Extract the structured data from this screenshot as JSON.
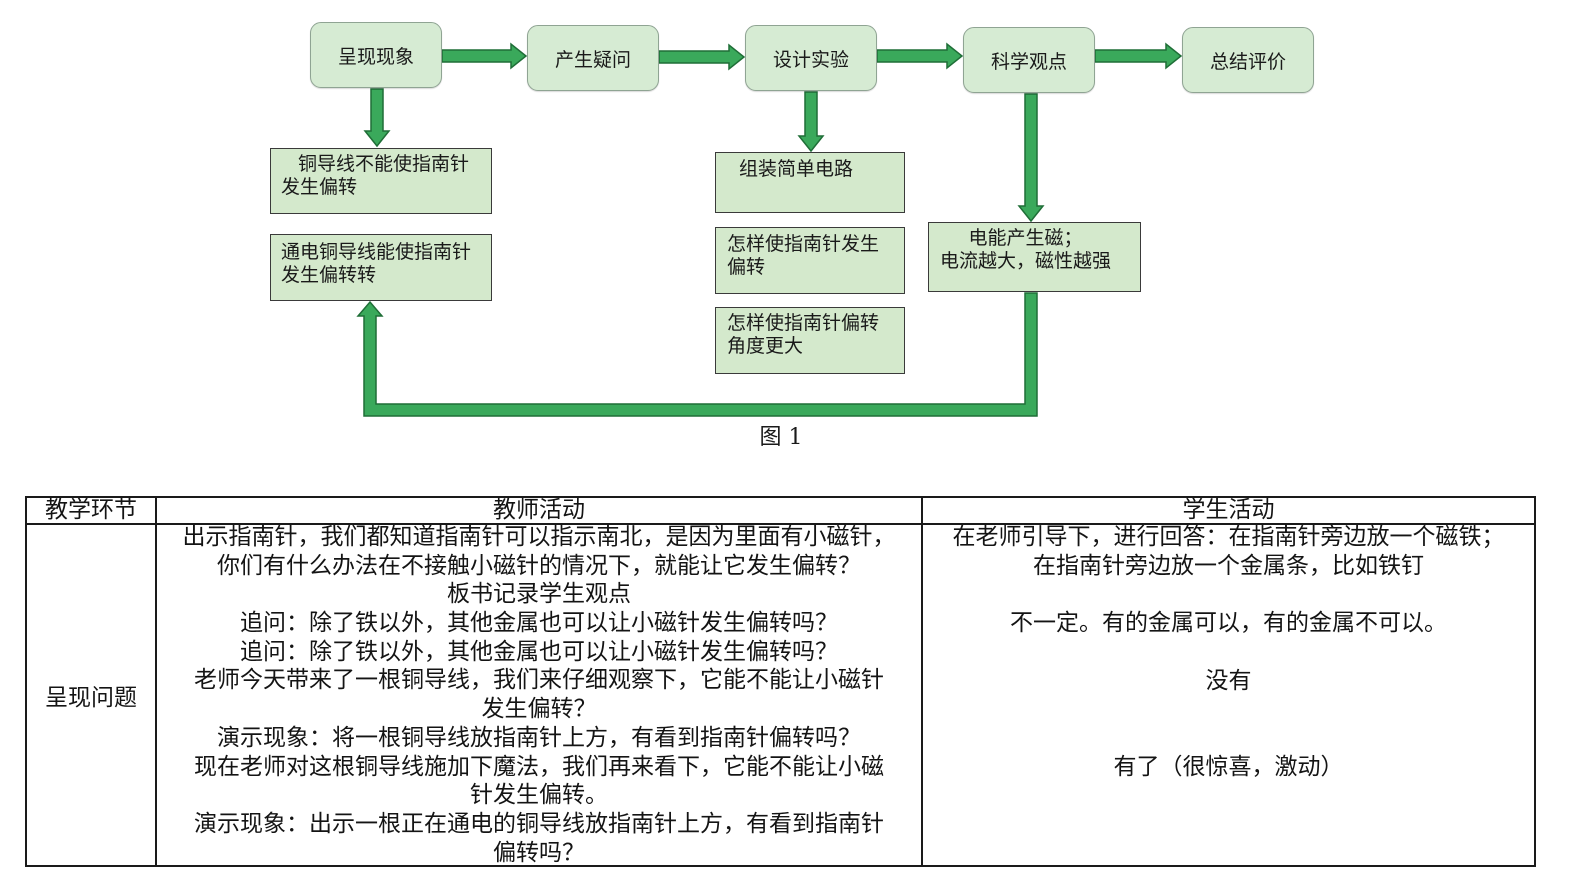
{
  "figure": {
    "steps": [
      "呈现现象",
      "产生疑问",
      "设计实验",
      "科学观点",
      "总结评价"
    ],
    "phenomenon_notes": [
      [
        "铜导线不能使指南针",
        "发生偏转"
      ],
      [
        "通电铜导线能使指南针",
        "发生偏转转"
      ]
    ],
    "experiment_notes": [
      [
        "组装简单电路"
      ],
      [
        "怎样使指南针发生",
        "偏转"
      ],
      [
        "怎样使指南针偏转",
        "角度更大"
      ]
    ],
    "viewpoint_note": [
      "电能产生磁；",
      "电流越大，磁性越强"
    ],
    "caption": "图 1"
  },
  "table": {
    "headers": [
      "教学环节",
      "教师活动",
      "学生活动"
    ],
    "rows": [
      {
        "stage": "呈现问题",
        "teacher_activity": [
          "出示指南针，我们都知道指南针可以指示南北，是因为里面有小磁针，",
          "你们有什么办法在不接触小磁针的情况下，就能让它发生偏转？",
          "板书记录学生观点",
          "追问：除了铁以外，其他金属也可以让小磁针发生偏转吗？",
          "追问：除了铁以外，其他金属也可以让小磁针发生偏转吗？",
          "老师今天带来了一根铜导线，我们来仔细观察下，它能不能让小磁针",
          "发生偏转？",
          "演示现象：将一根铜导线放指南针上方，有看到指南针偏转吗？",
          "现在老师对这根铜导线施加下魔法，我们再来看下，它能不能让小磁",
          "针发生偏转。",
          "演示现象：出示一根正在通电的铜导线放指南针上方，有看到指南针",
          "偏转吗？"
        ],
        "student_activity": [
          "在老师引导下，进行回答：在指南针旁边放一个磁铁；",
          "在指南针旁边放一个金属条，比如铁钉",
          "不一定。有的金属可以，有的金属不可以。",
          "没有",
          "有了（很惊喜，激动）"
        ]
      }
    ]
  },
  "colors": {
    "step_fill": "#d6ebd3",
    "step_border": "#8fa493",
    "note_fill": "#d4e9cc",
    "note_border": "#3a3a3a",
    "arrow_fill": "#3aa95b",
    "arrow_stroke": "#1f6e37",
    "table_line": "#1a1a1a"
  }
}
